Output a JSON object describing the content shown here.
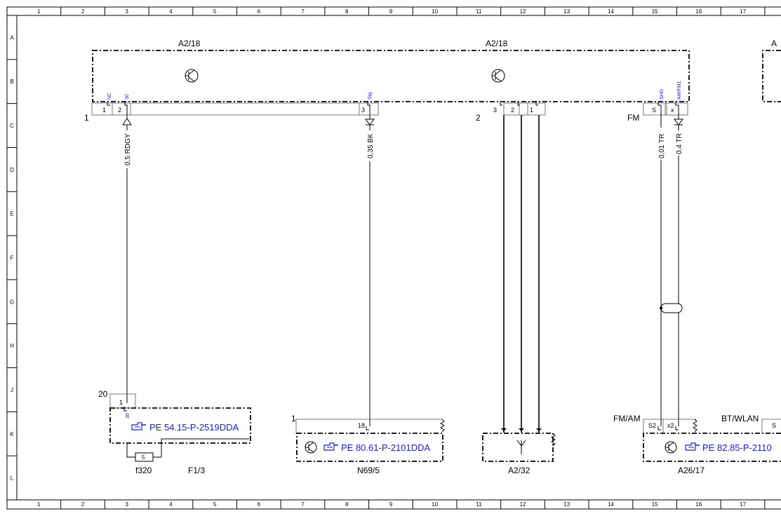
{
  "frame": {
    "columns": [
      "1",
      "2",
      "3",
      "4",
      "5",
      "6",
      "7",
      "8",
      "9",
      "10",
      "11",
      "12",
      "13",
      "14",
      "15",
      "16",
      "17"
    ],
    "rows": [
      "A",
      "B",
      "C",
      "D",
      "E",
      "F",
      "G",
      "H",
      "J",
      "K",
      "L"
    ]
  },
  "components": {
    "main_left": {
      "title": "A2/18"
    },
    "main_mid": {
      "title": "A2/18"
    },
    "main_right": {
      "title": "A"
    },
    "fuse_block": {
      "ref": "PE 54.15-P-2519DDA",
      "label": "F1/3",
      "fuse": "f320",
      "fuse_value": "5",
      "connector": "20",
      "pin": "1",
      "pin_name": "30"
    },
    "n69": {
      "ref": "PE 80.61-P-2101DDA",
      "label": "N69/5",
      "connector": "1",
      "pin": "18"
    },
    "antenna": {
      "label": "A2/32"
    },
    "a26": {
      "ref": "PE 82.85-P-2110",
      "label": "A26/17",
      "conn_fmam": "FM/AM",
      "conn_btwlan": "BT/WLAN",
      "pin_s2": "S2",
      "pin_x2": "x2",
      "pin_s": "S"
    }
  },
  "connectors": {
    "c1": {
      "label": "1",
      "pins": [
        {
          "num": "1",
          "name": "NC"
        },
        {
          "num": "2",
          "name": "30"
        },
        {
          "num": "3",
          "name": "Sig."
        }
      ]
    },
    "c2": {
      "label": "2",
      "pins": [
        {
          "num": "3"
        },
        {
          "num": "2"
        },
        {
          "num": "1"
        }
      ]
    },
    "fm": {
      "label": "FM",
      "pins": [
        {
          "num": "S",
          "name": "SHD"
        },
        {
          "num": "x",
          "name": "AM/FM1"
        }
      ]
    }
  },
  "wires": [
    {
      "spec": "0,5 RDGY"
    },
    {
      "spec": "0,35 BK"
    },
    {
      "spec": "0,01 TR"
    },
    {
      "spec": "0,4 TR"
    }
  ]
}
